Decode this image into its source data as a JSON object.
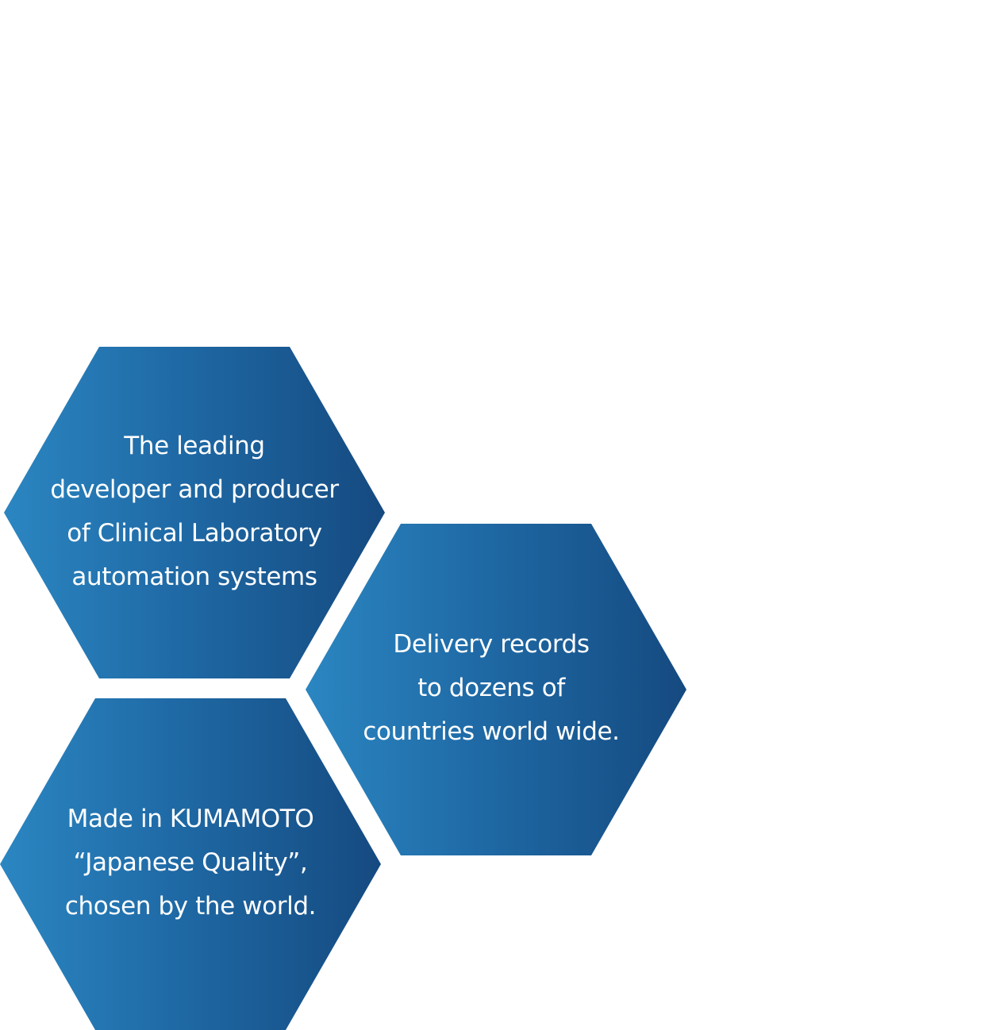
{
  "colors": {
    "gradient_start": "#2b86c1",
    "gradient_end": "#154a80",
    "text": "#ffffff",
    "background": "#ffffff"
  },
  "hexagons": [
    {
      "lines": [
        "The leading",
        "developer and producer",
        "of Clinical Laboratory",
        "automation systems"
      ]
    },
    {
      "lines": [
        "Delivery records",
        "to dozens of",
        "countries world wide."
      ]
    },
    {
      "lines": [
        "Made in KUMAMOTO",
        "“Japanese Quality”,",
        "chosen by the world."
      ]
    }
  ]
}
